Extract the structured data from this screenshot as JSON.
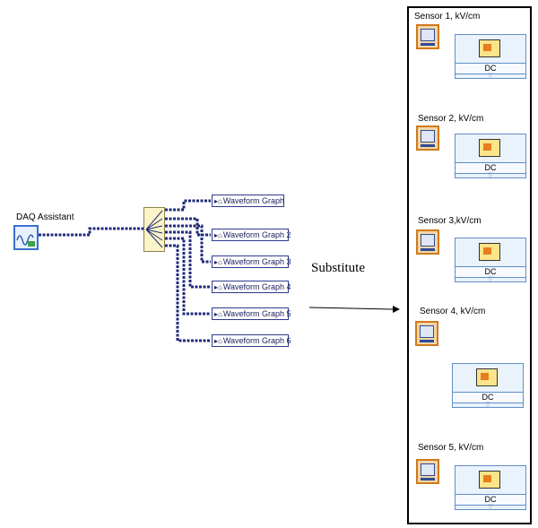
{
  "daq": {
    "label": "DAQ Assistant"
  },
  "graphs": [
    {
      "label": "Waveform Graph"
    },
    {
      "label": "Waveform Graph 2"
    },
    {
      "label": "Waveform Graph 3"
    },
    {
      "label": "Waveform Graph 4"
    },
    {
      "label": "Waveform Graph 5"
    },
    {
      "label": "Waveform Graph 6"
    }
  ],
  "arrow_label": "Substitute",
  "sensors": [
    {
      "title": "Sensor 1, kV/cm",
      "block": "DC"
    },
    {
      "title": "Sensor 2, kV/cm",
      "block": "DC"
    },
    {
      "title": "Sensor 3,kV/cm",
      "block": "DC"
    },
    {
      "title": "Sensor 4, kV/cm",
      "block": "DC"
    },
    {
      "title": "Sensor 5, kV/cm",
      "block": "DC"
    }
  ],
  "icons": {
    "daq": "daq-assistant-icon",
    "split": "split-signals-icon",
    "graph": "waveform-graph-terminal-icon",
    "sensor": "numeric-indicator-icon",
    "filter": "filter-express-vi-icon"
  },
  "colors": {
    "wire": "#1f2a7a",
    "sensor_wire": "#d08a2a",
    "panel_border": "#000000"
  }
}
